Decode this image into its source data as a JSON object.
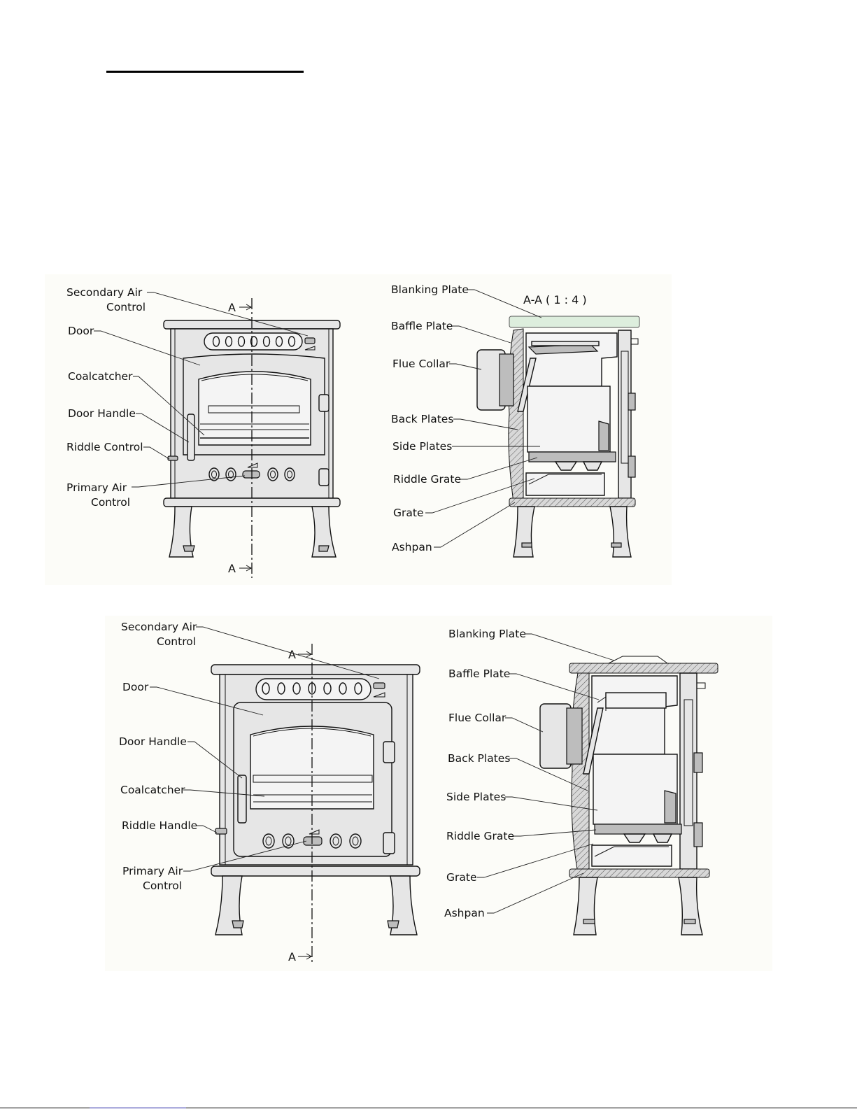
{
  "diagram_top": {
    "front_labels": [
      "Secondary Air",
      "Control",
      "Door",
      "Coalcatcher",
      "Door Handle",
      "Riddle Control",
      "Primary Air",
      "Control"
    ],
    "section_marker_top": "A",
    "section_marker_bottom": "A",
    "section_title": "A-A ( 1 : 4 )",
    "section_labels": [
      "Blanking Plate",
      "Baffle Plate",
      "Flue Collar",
      "Back Plates",
      "Side Plates",
      "Riddle Grate",
      "Grate",
      "Ashpan"
    ]
  },
  "diagram_bottom": {
    "front_labels": [
      "Secondary Air",
      "Control",
      "Door",
      "Door Handle",
      "Coalcatcher",
      "Riddle Handle",
      "Primary Air",
      "Control"
    ],
    "section_marker_top": "A",
    "section_marker_bottom": "A",
    "section_labels": [
      "Blanking Plate",
      "Baffle Plate",
      "Flue Collar",
      "Back Plates",
      "Side Plates",
      "Riddle Grate",
      "Grate",
      "Ashpan"
    ]
  }
}
